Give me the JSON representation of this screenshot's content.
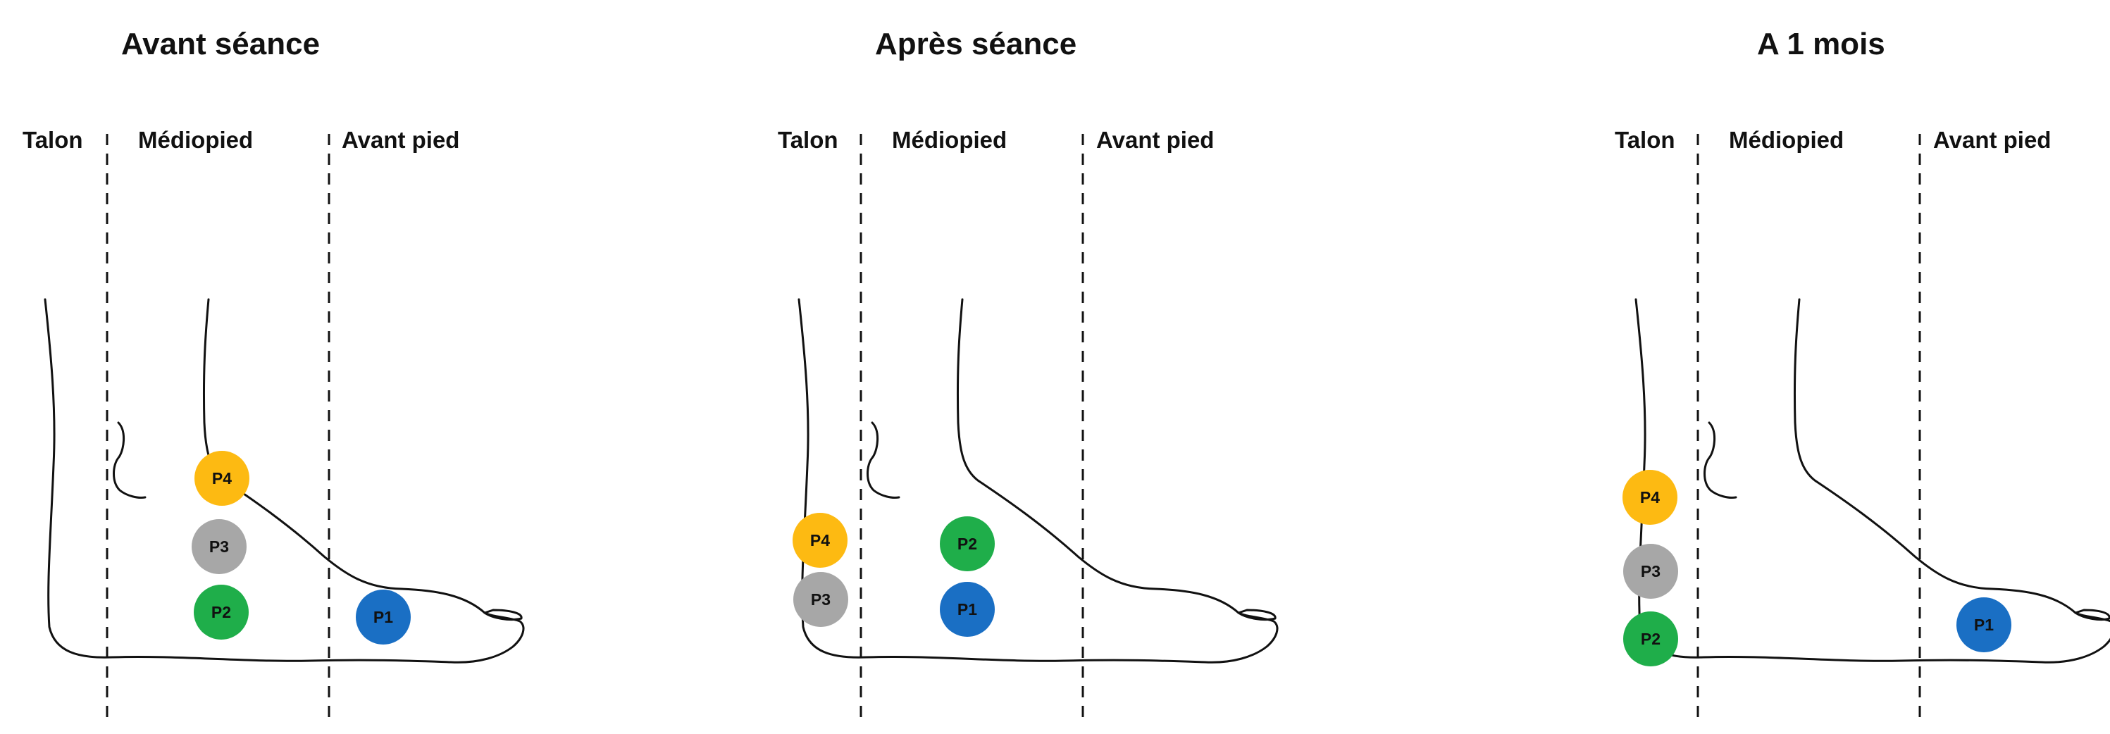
{
  "colors": {
    "P1": "#1a6fc4",
    "P2": "#1fae4a",
    "P3": "#a7a7a7",
    "P4": "#fdba12"
  },
  "zones": {
    "talon": "Talon",
    "mediopied": "Médiopied",
    "avant_pied": "Avant pied"
  },
  "panels": [
    {
      "title": "Avant séance",
      "markers": [
        {
          "label": "P4",
          "color_key": "P4"
        },
        {
          "label": "P3",
          "color_key": "P3"
        },
        {
          "label": "P2",
          "color_key": "P2"
        },
        {
          "label": "P1",
          "color_key": "P1"
        }
      ]
    },
    {
      "title": "Après séance",
      "markers": [
        {
          "label": "P4",
          "color_key": "P4"
        },
        {
          "label": "P3",
          "color_key": "P3"
        },
        {
          "label": "P2",
          "color_key": "P2"
        },
        {
          "label": "P1",
          "color_key": "P1"
        }
      ]
    },
    {
      "title": "A 1 mois",
      "markers": [
        {
          "label": "P4",
          "color_key": "P4"
        },
        {
          "label": "P3",
          "color_key": "P3"
        },
        {
          "label": "P2",
          "color_key": "P2"
        },
        {
          "label": "P1",
          "color_key": "P1"
        }
      ]
    }
  ]
}
